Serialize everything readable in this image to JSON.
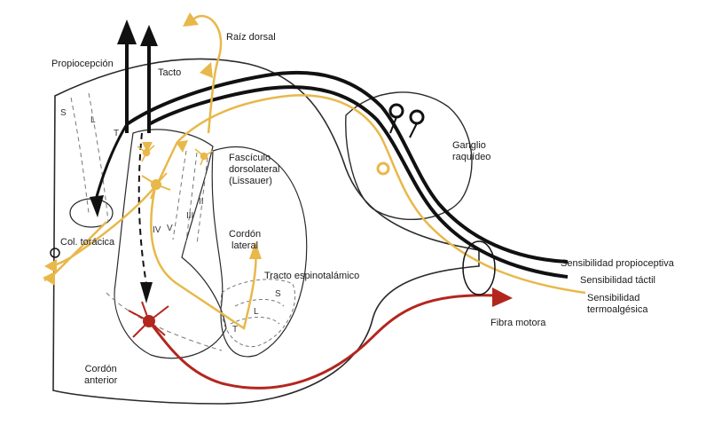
{
  "labels": {
    "propiocepcion": "Propiocepción",
    "tacto": "Tacto",
    "raiz_dorsal": "Raíz dorsal",
    "ganglio_raquideo": "Ganglio\nraquídeo",
    "fasciculo": "Fascículo\ndorsolateral\n(Lissauer)",
    "cordon_lateral": "Cordón\nlateral",
    "col_toracica": "Col. torácica",
    "tracto_espinotalamico": "Tracto espinotalámico",
    "cordon_anterior": "Cordón\nanterior",
    "fibra_motora": "Fibra motora",
    "sens_propioceptiva": "Sensibilidad propioceptiva",
    "sens_tactil": "Sensibilidad táctil",
    "sens_termoalgesica": "Sensibilidad\ntermoalgésica"
  },
  "column_letters": {
    "s": "S",
    "l": "L",
    "t": "T",
    "t2": "T",
    "l2": "L",
    "s2": "S"
  },
  "laminae": {
    "i": "I",
    "ii": "II",
    "iii": "III",
    "iv": "IV",
    "v": "V"
  },
  "colors": {
    "black_fiber": "#111111",
    "yellow_fiber": "#e8b84a",
    "red_fiber": "#b3261e",
    "outline": "#2a2a2a",
    "dashed": "#777777"
  }
}
